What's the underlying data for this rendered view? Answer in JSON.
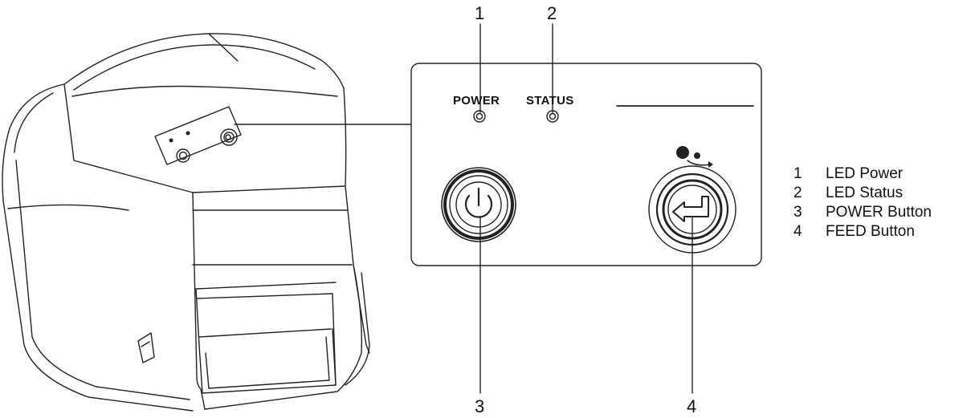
{
  "panel": {
    "power_label": "POWER",
    "status_label": "STATUS"
  },
  "callouts": [
    {
      "number": "1"
    },
    {
      "number": "2"
    },
    {
      "number": "3"
    },
    {
      "number": "4"
    }
  ],
  "legend": [
    {
      "number": "1",
      "text": "LED Power"
    },
    {
      "number": "2",
      "text": "LED Status"
    },
    {
      "number": "3",
      "text": "POWER Button"
    },
    {
      "number": "4",
      "text": "FEED Button"
    }
  ],
  "icons": {
    "power_button": "power-symbol-icon",
    "feed_button": "enter-arrow-icon",
    "feed_indicator": "paper-feed-icon"
  }
}
